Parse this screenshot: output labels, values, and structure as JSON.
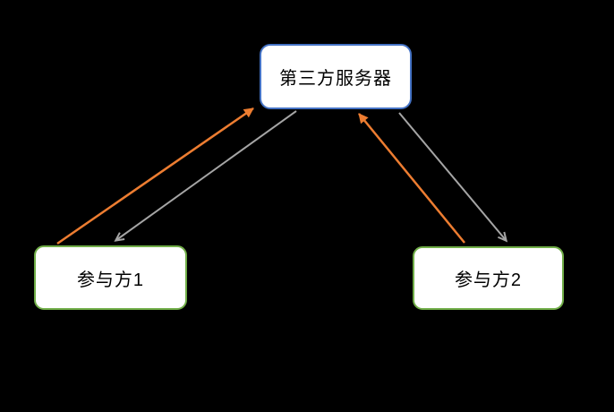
{
  "diagram": {
    "background_color": "#000000",
    "node_fill_color": "#ffffff",
    "text_color": "#000000",
    "nodes": {
      "server": {
        "label": "第三方服务器",
        "border_color": "#4472C4"
      },
      "party1": {
        "label": "参与方1",
        "border_color": "#70AD47"
      },
      "party2": {
        "label": "参与方2",
        "border_color": "#70AD47"
      }
    },
    "edges": [
      {
        "from": "参与方1",
        "to": "第三方服务器",
        "direction": "up",
        "color": "#ED7D31"
      },
      {
        "from": "第三方服务器",
        "to": "参与方1",
        "direction": "down",
        "color": "#A5A5A5"
      },
      {
        "from": "参与方2",
        "to": "第三方服务器",
        "direction": "up",
        "color": "#ED7D31"
      },
      {
        "from": "第三方服务器",
        "to": "参与方2",
        "direction": "down",
        "color": "#A5A5A5"
      }
    ]
  }
}
